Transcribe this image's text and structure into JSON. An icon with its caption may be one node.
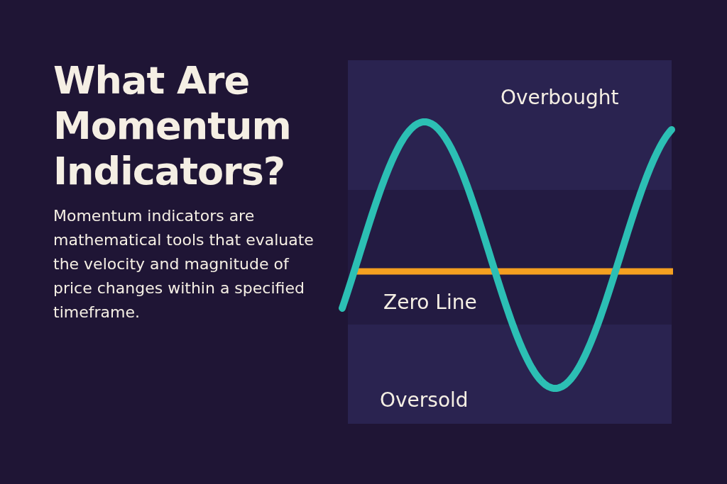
{
  "diagram": {
    "title": "What Are Momentum Indicators?",
    "nodes": [
      {
        "text": [
          "Overbought"
        ]
      },
      {
        "text": [
          "Zero Line"
        ]
      },
      {
        "text": [
          "Oversold"
        ]
      }
    ],
    "labels": [
      "Momentum indicators are mathematical tools that evaluate the velocity and magnitude of price changes within a specified timeframe."
    ]
  }
}
